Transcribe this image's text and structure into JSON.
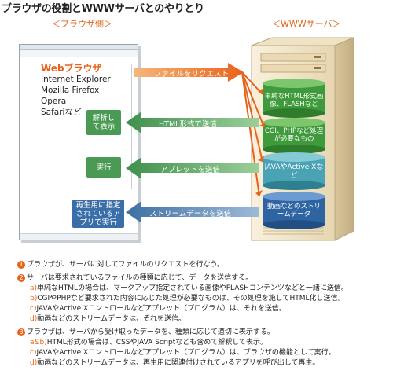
{
  "title": "ブラウザの役割とWWWサーバとのやりとり",
  "labels": {
    "browser_side": "＜ブラウザ側＞",
    "server_side": "＜WWWサーバ＞"
  },
  "browser": {
    "heading": "Webブラウザ",
    "items": [
      "Internet Explorer",
      "Mozilla Firefox",
      "Opera",
      "Safariなど"
    ]
  },
  "actions": {
    "parse_display": "解析して表示",
    "execute": "実行",
    "play_app": "再生用に指定されているアプリで実行"
  },
  "arrows": {
    "request": "ファイルをリクエスト",
    "html": "HTML形式で送信",
    "applet": "アプレットを送信",
    "stream": "ストリームデータを送信"
  },
  "server": {
    "html_images": "単純なHTML形式画像、FLASHなど",
    "cgi_php": "CGI、PHPなど処理が必要なもの",
    "java_activex": "JAVAやActive Xなど",
    "stream_data": "動画などのストリームデータ"
  },
  "notes": {
    "n1": {
      "num": "1",
      "text": "ブラウザが、サーバに対してファイルのリクエストを行なう。"
    },
    "n2": {
      "num": "2",
      "text": "サーバは要求されているファイルの種類に応じて、データを送信する。",
      "subs": [
        {
          "k": "a)",
          "t": "単純なHTMLの場合は、マークアップ指定されている画像やFLASHコンテンツなどと一緒に送信。"
        },
        {
          "k": "b)",
          "t": "CGIやPHPなど要求された内容に応じた処理が必要なものは、その処理を施してHTML化し送信。"
        },
        {
          "k": "c)",
          "t": "JAVAやActive Xコントロールなどアプレット（プログラム）は、それを送信。"
        },
        {
          "k": "d)",
          "t": "動画などのストリームデータは、それを送信。"
        }
      ]
    },
    "n3": {
      "num": "3",
      "text": "ブラウザは、サーバから受け取ったデータを、種類に応じて適切に表示する。",
      "subs": [
        {
          "k": "a&b)",
          "t": "HTML形式の場合は、CSSやJAVA Scriptなども含めて解釈して表示。"
        },
        {
          "k": "c)",
          "t": "JAVAやActive Xコントロールなどアプレット（プログラム）は、ブラウザの機能として実行。"
        },
        {
          "k": "d)",
          "t": "動画などのストリームデータは、再生用に関連付けされているアプリを呼び出して再生。"
        }
      ]
    }
  },
  "colors": {
    "orange": "#e8621a",
    "green": "#3f8f4d",
    "blue": "#3e6fa3",
    "server_body": "#f5ead2",
    "cylinder_green": "#3f9a3b"
  }
}
